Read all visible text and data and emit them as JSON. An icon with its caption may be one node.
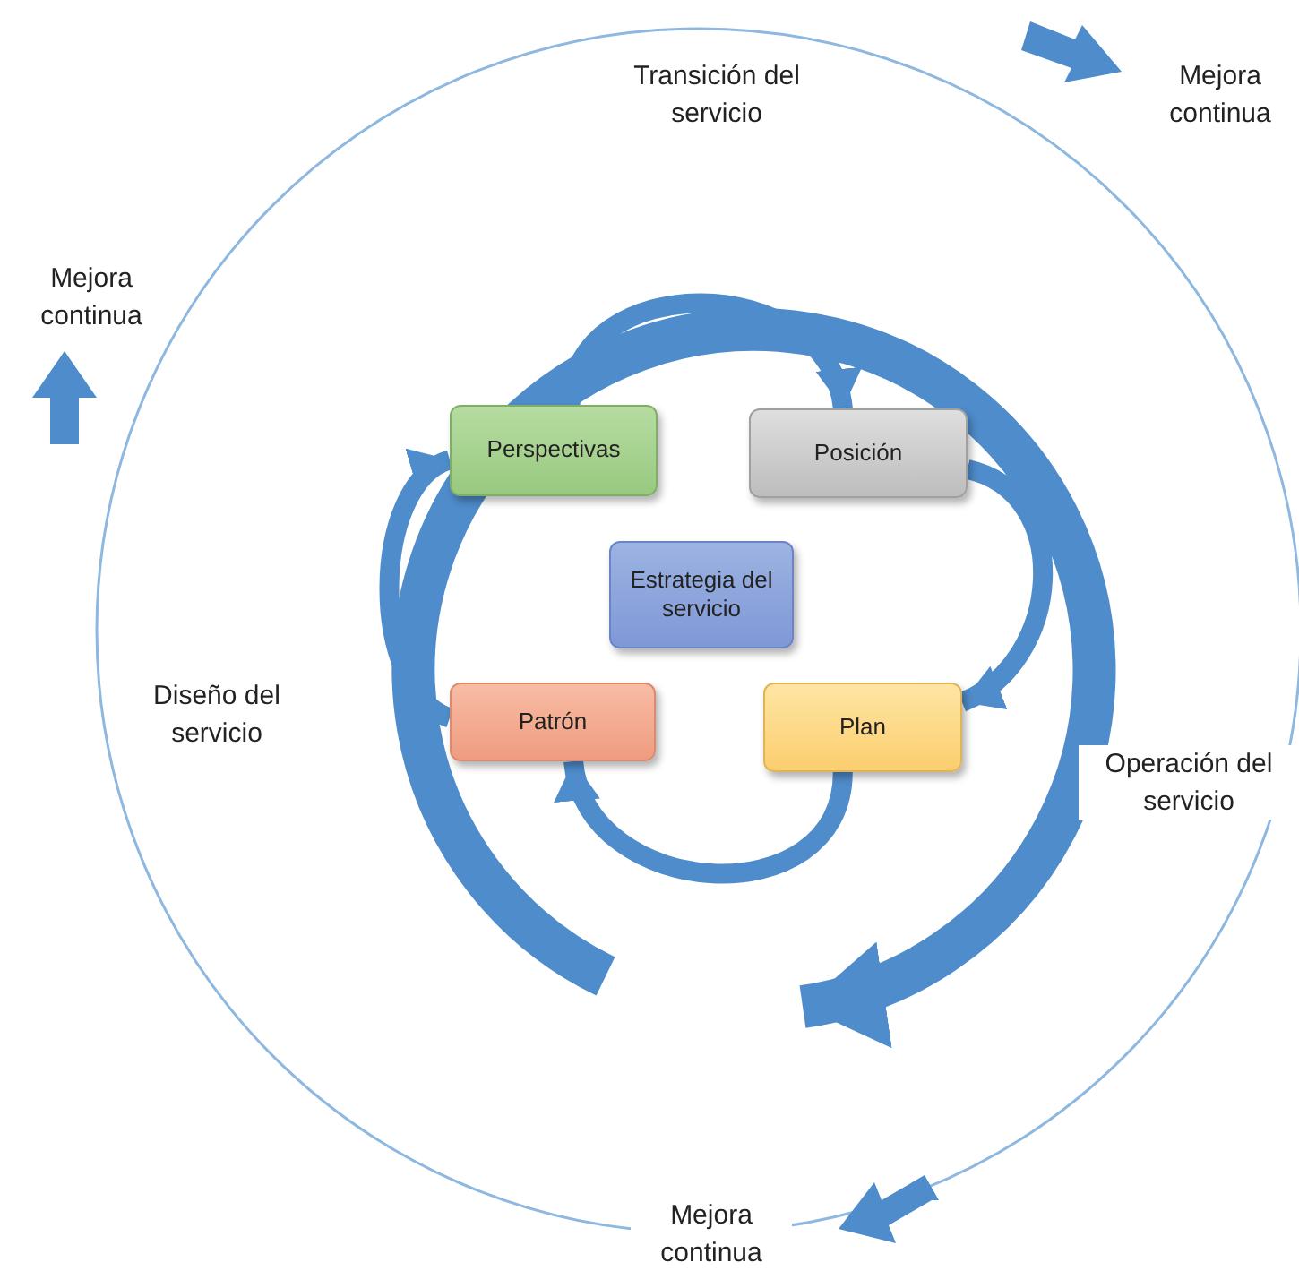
{
  "diagram": {
    "nodes": [
      {
        "text": [
          "Perspectivas"
        ]
      },
      {
        "text": [
          "Posición"
        ]
      },
      {
        "text": [
          "Estrategia del servicio"
        ]
      },
      {
        "text": [
          "Patrón"
        ]
      },
      {
        "text": [
          "Plan"
        ]
      }
    ],
    "edges": [
      {
        "from": 0,
        "to": 1,
        "arrow": "to"
      },
      {
        "from": 1,
        "to": 4,
        "arrow": "to"
      },
      {
        "from": 4,
        "to": 3,
        "arrow": "to"
      },
      {
        "from": 3,
        "to": 0,
        "arrow": "to"
      }
    ],
    "labels": [
      "Transición del servicio",
      "Mejora continua",
      "Mejora continua",
      "Diseño del servicio",
      "Operación del servicio",
      "Mejora continua"
    ]
  }
}
